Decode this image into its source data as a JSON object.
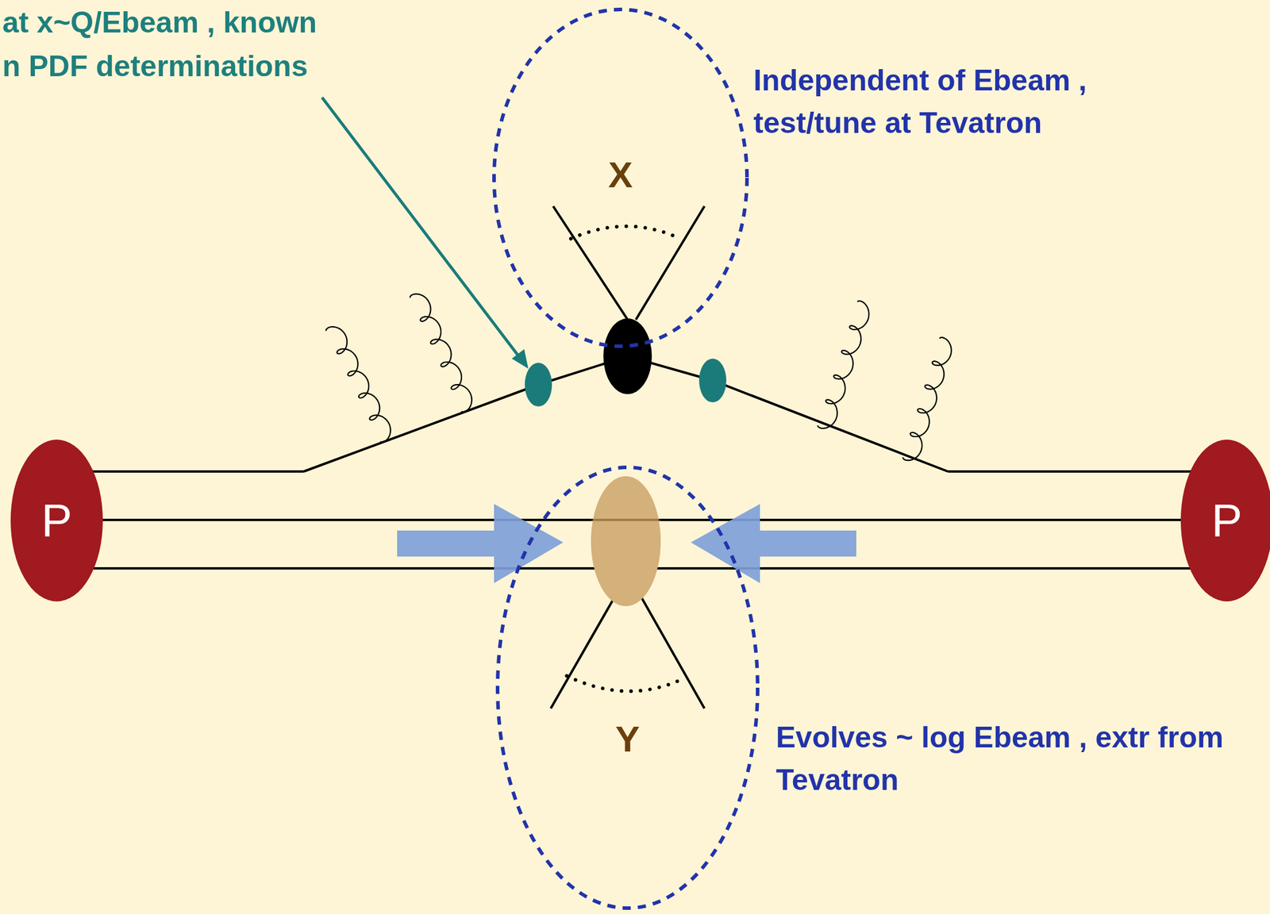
{
  "diagram": {
    "nodes": [
      {
        "text": [
          "X"
        ]
      },
      {
        "text": [
          "P"
        ]
      },
      {
        "text": [
          "P"
        ]
      },
      {
        "text": [
          "Y"
        ]
      }
    ],
    "labels": [
      "at x~Q/Ebeam , known",
      "n PDF determinations",
      "Independent of Ebeam , test/tune at Tevatron",
      "Evolves ~ log Ebeam , extr from Tevatron"
    ]
  }
}
